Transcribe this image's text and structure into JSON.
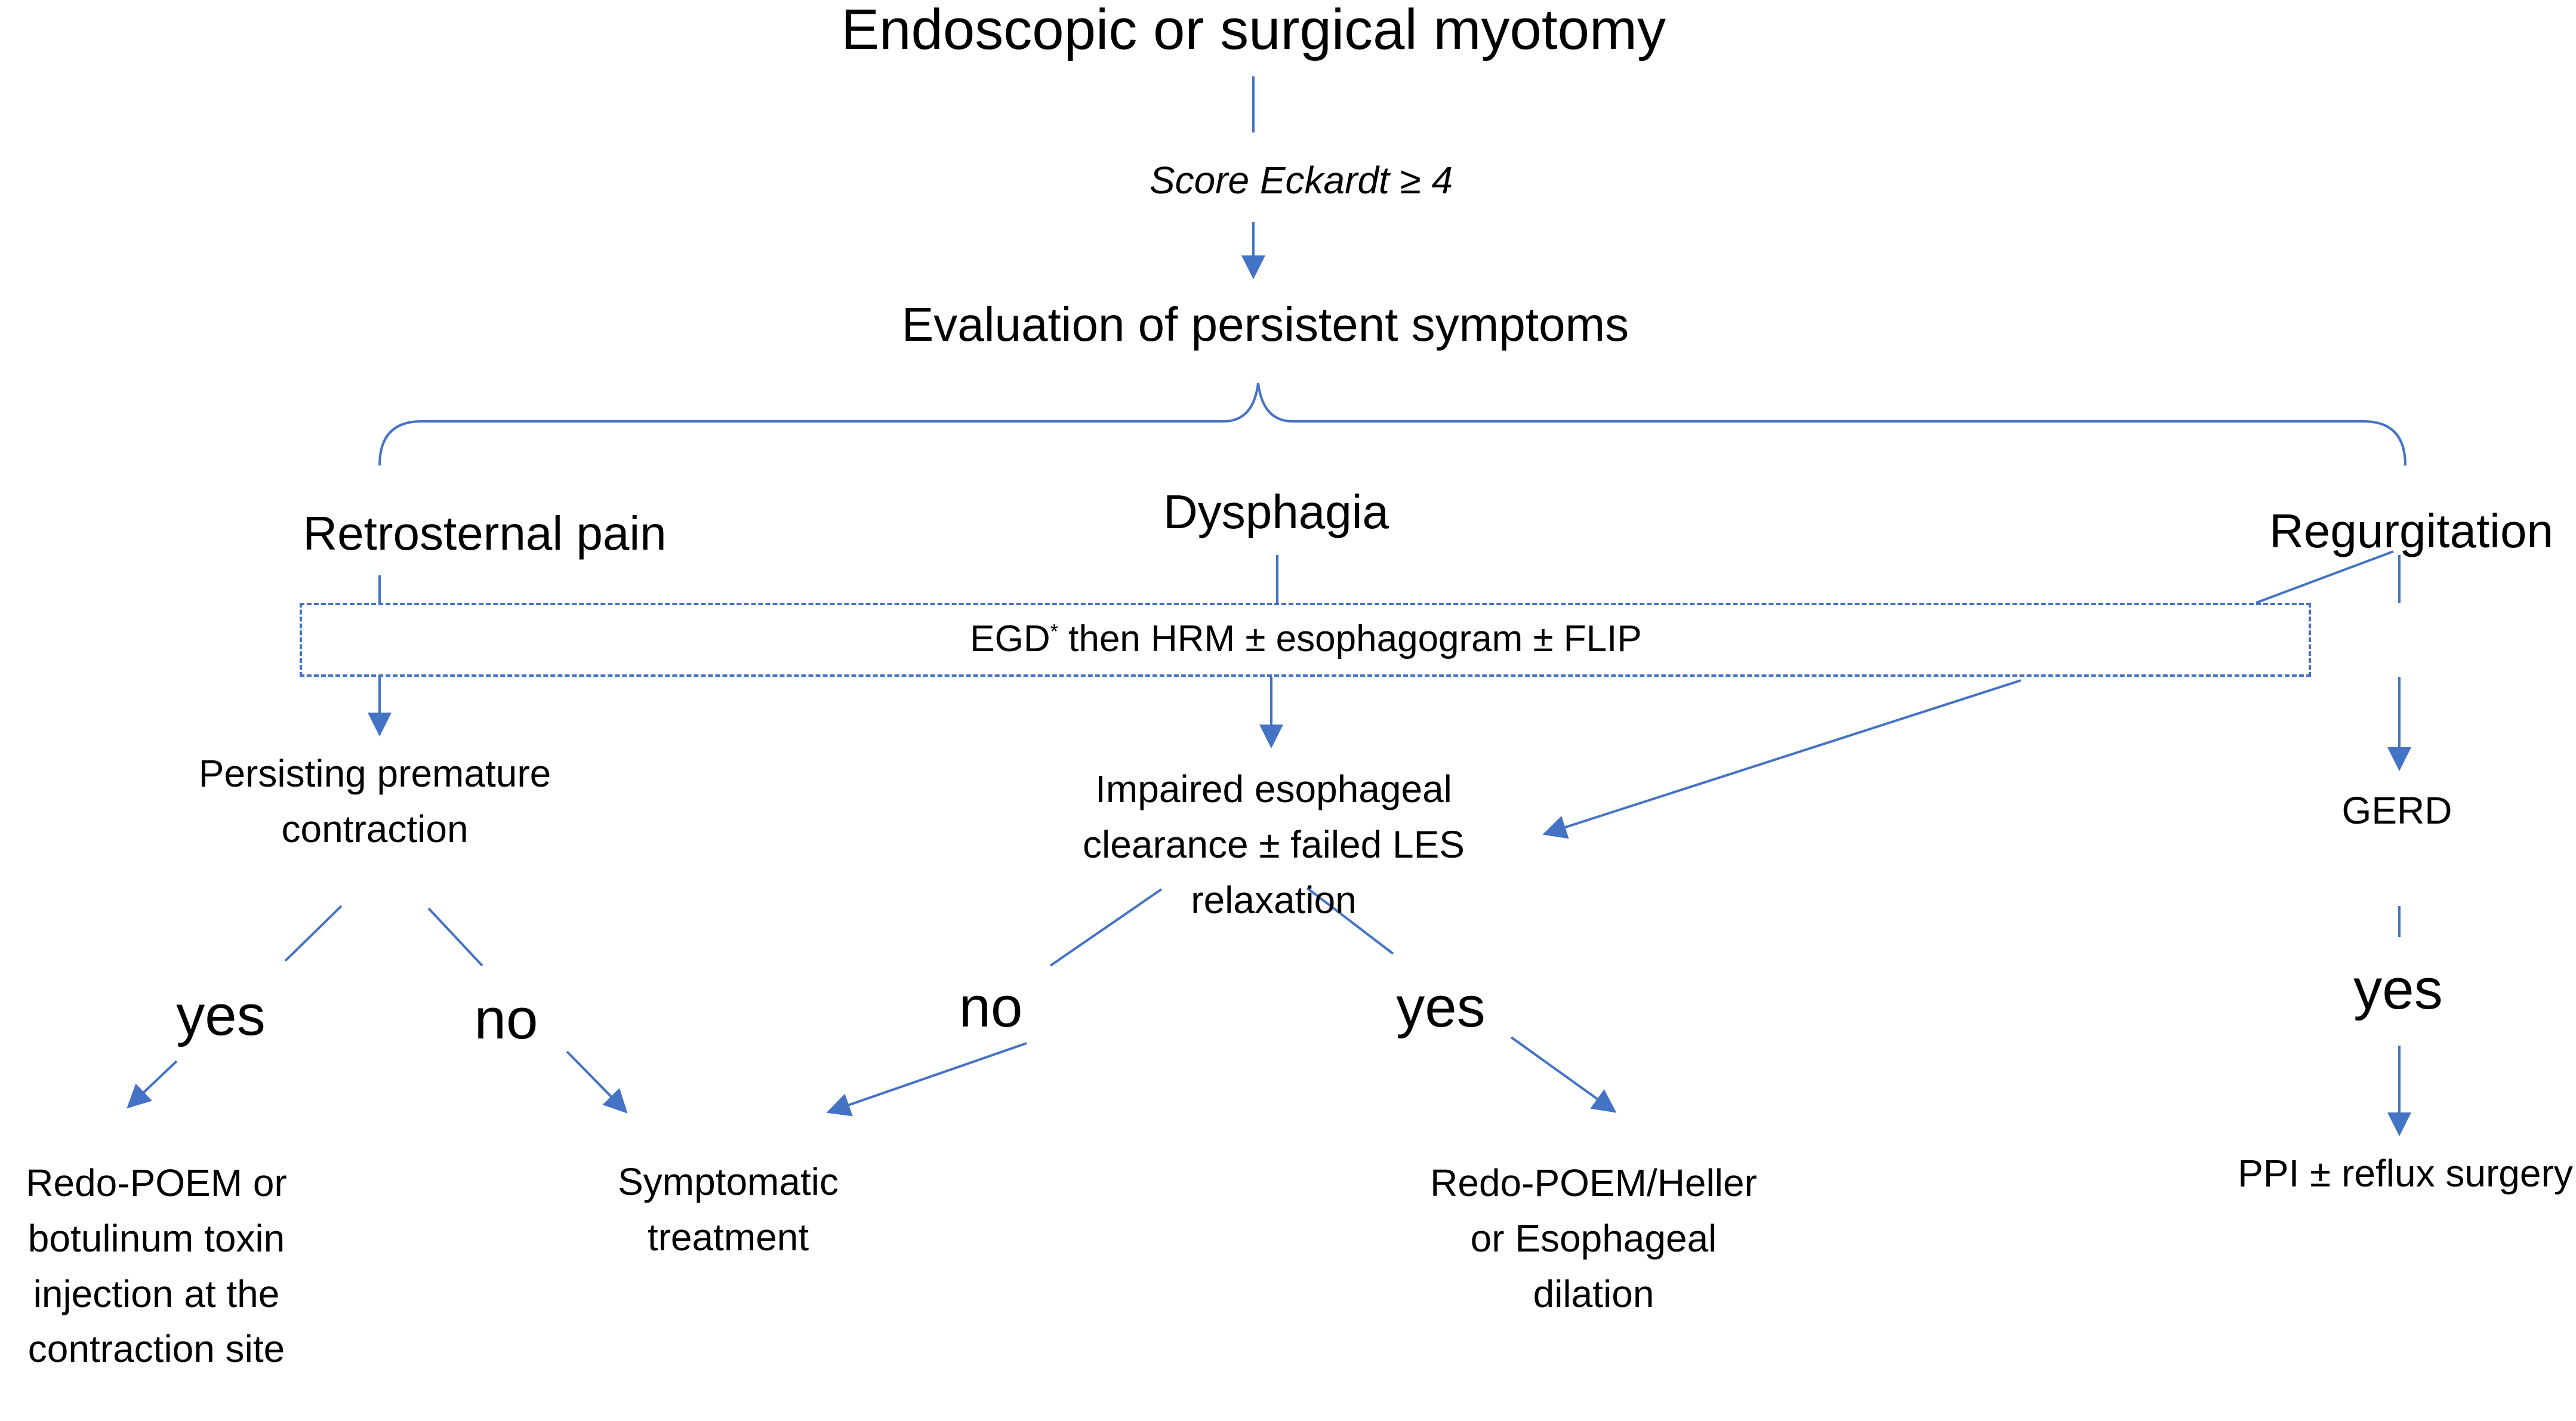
{
  "diagram": {
    "title": "Endoscopic or surgical myotomy",
    "score_label": "Score Eckardt ≥ 4",
    "evaluation": "Evaluation of persistent symptoms",
    "symptoms": {
      "left": "Retrosternal pain",
      "center": "Dysphagia",
      "right": "Regurgitation"
    },
    "workup": {
      "prefix": "EGD",
      "sup": "*",
      "rest": " then HRM ± esophagogram ± FLIP"
    },
    "findings": {
      "left": "Persisting premature contraction",
      "center": "Impaired esophageal clearance ± failed LES relaxation",
      "right": "GERD"
    },
    "branches": {
      "left_yes": "yes",
      "left_no": "no",
      "center_no": "no",
      "center_yes": "yes",
      "right_yes": "yes"
    },
    "outcomes": {
      "redo_poem_botox": "Redo-POEM or botulinum toxin injection at the contraction site",
      "symptomatic": "Symptomatic treatment",
      "redo_heller_or_dilation": "Redo-POEM/Heller or Esophageal dilation",
      "ppi_surgery": "PPI ± reflux surgery"
    },
    "colors": {
      "connector": "#4472c4",
      "text": "#000000"
    }
  }
}
